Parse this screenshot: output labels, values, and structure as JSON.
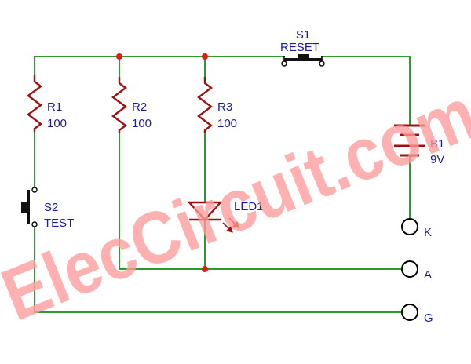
{
  "watermark": "ElecCircuit.com",
  "components": {
    "s1": {
      "ref": "S1",
      "value": "RESET"
    },
    "r1": {
      "ref": "R1",
      "value": "100"
    },
    "r2": {
      "ref": "R2",
      "value": "100"
    },
    "r3": {
      "ref": "R3",
      "value": "100"
    },
    "b1": {
      "ref": "B1",
      "value": "9V"
    },
    "s2": {
      "ref": "S2",
      "value": "TEST"
    },
    "led1": {
      "ref": "LED1"
    }
  },
  "terminals": {
    "k": "K",
    "a": "A",
    "g": "G"
  },
  "colors": {
    "wire": "#2e9a2e",
    "component": "#a01010",
    "junction": "#e01818",
    "label": "#1a1aa0"
  }
}
